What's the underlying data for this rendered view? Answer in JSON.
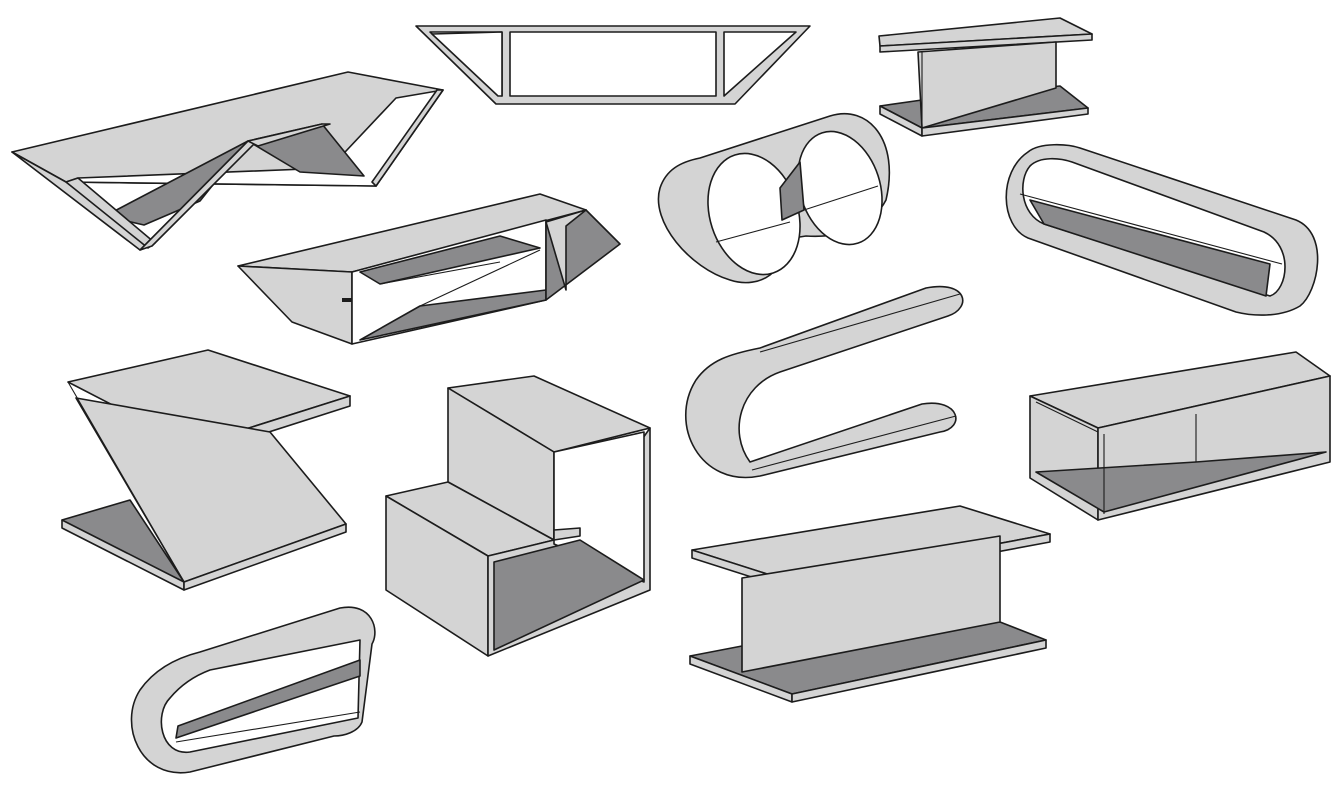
{
  "figure": {
    "description_kind": "isometric line drawings of structural/duct cross-section shapes",
    "colors": {
      "background": "#ffffff",
      "light_face": "#d4d4d4",
      "dark_face": "#8a8a8c",
      "edge": "#1c1c1c"
    }
  },
  "shapes": [
    {
      "id": "open-truss-prism"
    },
    {
      "id": "trapezoid-frame"
    },
    {
      "id": "i-beam-small"
    },
    {
      "id": "double-ring-duct"
    },
    {
      "id": "truss-box-beam"
    },
    {
      "id": "oval-duct-long"
    },
    {
      "id": "z-section"
    },
    {
      "id": "stepped-box"
    },
    {
      "id": "c-curve-channel"
    },
    {
      "id": "rectangular-box-duct"
    },
    {
      "id": "i-beam-large"
    },
    {
      "id": "oval-duct-short"
    }
  ]
}
